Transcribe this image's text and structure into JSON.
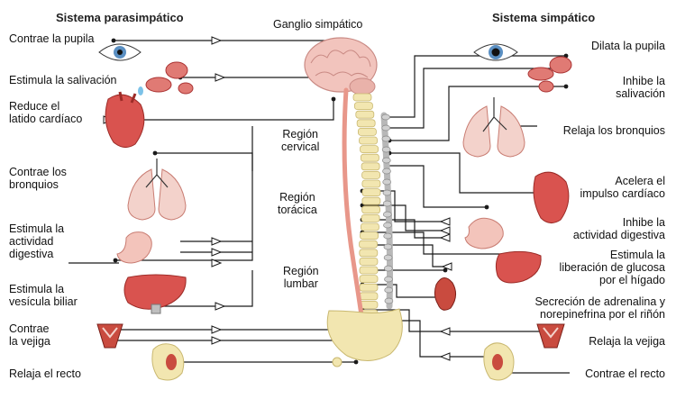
{
  "titles": {
    "parasympathetic": "Sistema parasimpático",
    "sympathetic": "Sistema simpático",
    "ganglion": "Ganglio simpático"
  },
  "regions": {
    "cervical": "Región\ncervical",
    "thoracic": "Región\ntorácica",
    "lumbar": "Región\nlumbar"
  },
  "parasympathetic_items": [
    "Contrae la pupila",
    "Estimula la salivación",
    "Reduce el\nlatido cardíaco",
    "Contrae los\nbronquios",
    "Estimula la\nactividad\ndigestiva",
    "Estimula la\nvesícula biliar",
    "Contrae\nla vejiga",
    "Relaja el recto"
  ],
  "sympathetic_items": [
    "Dilata la pupila",
    "Inhibe la\nsalivación",
    "Relaja los bronquios",
    "Acelera el\nimpulso cardíaco",
    "Inhibe la\nactividad digestiva",
    "Estimula la\nliberación de glucosa\npor el hígado",
    "Secreción de adrenalina y\nnorepinefrina por el riñón",
    "Relaja la vejiga",
    "Contrae el recto"
  ],
  "organs": {
    "left": [
      "eye-icon",
      "salivary-gland-icon",
      "heart-icon",
      "lungs-icon",
      "stomach-icon",
      "liver-icon",
      "bladder-icon",
      "rectum-icon"
    ],
    "right": [
      "eye-icon",
      "salivary-gland-icon",
      "lungs-icon",
      "heart-icon",
      "stomach-icon",
      "liver-icon",
      "kidney-icon",
      "bladder-icon",
      "rectum-icon"
    ]
  },
  "colors": {
    "line": "#1a1a1a",
    "organ_red": "#d9534f",
    "organ_dark": "#b8322c",
    "bone": "#f2e6b0",
    "spinal_cord": "#e8978a",
    "ganglion_chain": "#b8b8b8",
    "brain": "#f2c4bd"
  }
}
